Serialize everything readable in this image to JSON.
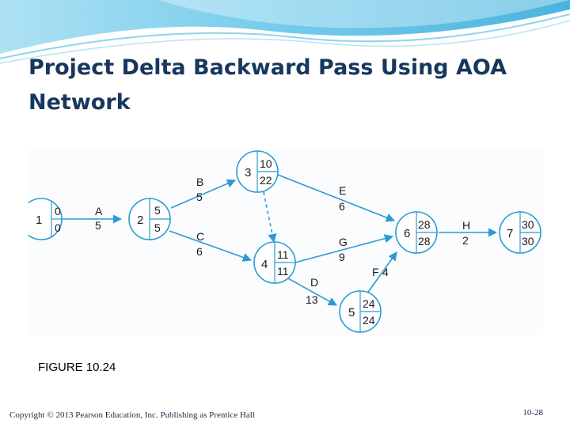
{
  "slide": {
    "title_line1": "Project Delta Backward Pass Using AOA",
    "title_line2": "Network",
    "figure_caption": "FIGURE 10.24",
    "copyright": "Copyright © 2013 Pearson Education, Inc. Publishing as Prentice Hall",
    "slide_number": "10-28"
  },
  "colors": {
    "title": "#17375e",
    "node_stroke": "#2b9bd3",
    "arrow": "#2b9bd3",
    "header_wave": "#5bc2e7"
  },
  "network": {
    "nodes": [
      {
        "id": "1",
        "top": "0",
        "bottom": "0"
      },
      {
        "id": "2",
        "top": "5",
        "bottom": "5"
      },
      {
        "id": "3",
        "top": "10",
        "bottom": "22"
      },
      {
        "id": "4",
        "top": "11",
        "bottom": "11"
      },
      {
        "id": "5",
        "top": "24",
        "bottom": "24"
      },
      {
        "id": "6",
        "top": "28",
        "bottom": "28"
      },
      {
        "id": "7",
        "top": "30",
        "bottom": "30"
      }
    ],
    "activities": [
      {
        "name": "A",
        "duration": "5"
      },
      {
        "name": "B",
        "duration": "5"
      },
      {
        "name": "C",
        "duration": "6"
      },
      {
        "name": "D",
        "duration": "13"
      },
      {
        "name": "E",
        "duration": "6"
      },
      {
        "name": "F",
        "duration": "4"
      },
      {
        "name": "G",
        "duration": "9"
      },
      {
        "name": "H",
        "duration": "2"
      }
    ]
  }
}
